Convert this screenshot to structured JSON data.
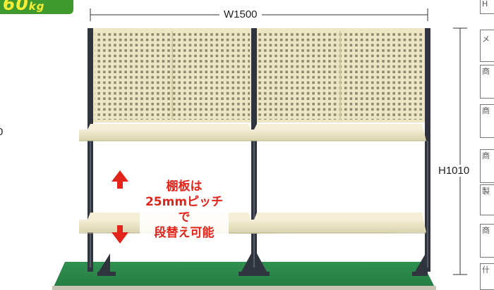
{
  "badge": {
    "value": "60",
    "unit": "kg"
  },
  "dimensions": {
    "width_label": "W1500",
    "height_label": "H1010"
  },
  "left_fragment": "0",
  "callout": {
    "line1": "棚板は",
    "line2": "25mmピッチで",
    "line3": "段替え可能"
  },
  "right_table_glyphs": [
    "H",
    "メ",
    "商",
    "商",
    "商",
    "製",
    "商",
    "什"
  ],
  "colors": {
    "panel": "#ece6c4",
    "panel_hole": "#8f8a6f",
    "upright": "#2f343f",
    "shelf": "#ece6c4",
    "table_top": "#2c8a4a",
    "arrow": "#e2241b",
    "badge_bg": "#3f9a2e",
    "badge_text": "#f6ee36"
  },
  "icons": {
    "up": "up-arrow-icon",
    "down": "down-arrow-icon"
  }
}
